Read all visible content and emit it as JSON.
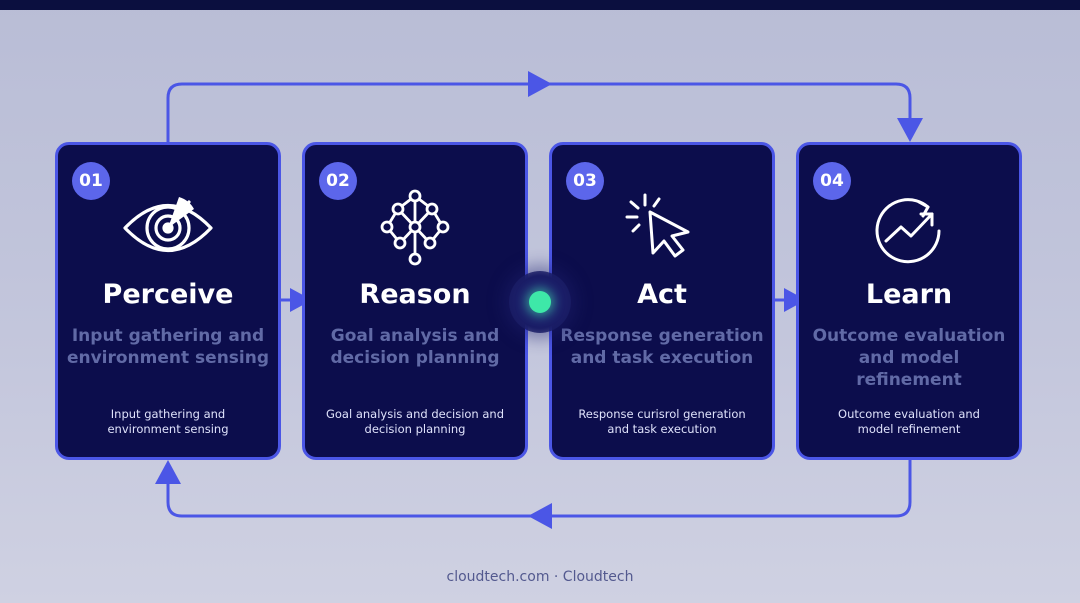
{
  "colors": {
    "page_background": "#c0c3da",
    "top_bar": "#0b0f3f",
    "card_background": "#0c0d4c",
    "accent_blue": "#4b56e6",
    "badge": "#5c66eb",
    "subtitle_text": "#616aa6",
    "hub_glow": "#3ee8a8"
  },
  "steps": [
    {
      "number": "01",
      "icon": "eye-radar-icon",
      "title": "Perceive",
      "subtitle": "Input gathering and\nenvironment sensing",
      "description": "Input gathering and\nenvironment sensing"
    },
    {
      "number": "02",
      "icon": "network-tree-icon",
      "title": "Reason",
      "subtitle": "Goal analysis and\ndecision planning",
      "description": "Goal analysis and decision and\ndecision planning"
    },
    {
      "number": "03",
      "icon": "cursor-click-icon",
      "title": "Act",
      "subtitle": "Response generation\nand task execution",
      "description": "Response curisrol generation\nand task execution"
    },
    {
      "number": "04",
      "icon": "trend-refresh-icon",
      "title": "Learn",
      "subtitle": "Outcome evaluation\nand model refinement",
      "description": "Outcome evaluation and\nmodel refinement"
    }
  ],
  "hub": {
    "icon": "status-dot-icon",
    "color": "#3ee8a8"
  },
  "footer": {
    "text": "cloudtech.com · Cloudtech"
  }
}
